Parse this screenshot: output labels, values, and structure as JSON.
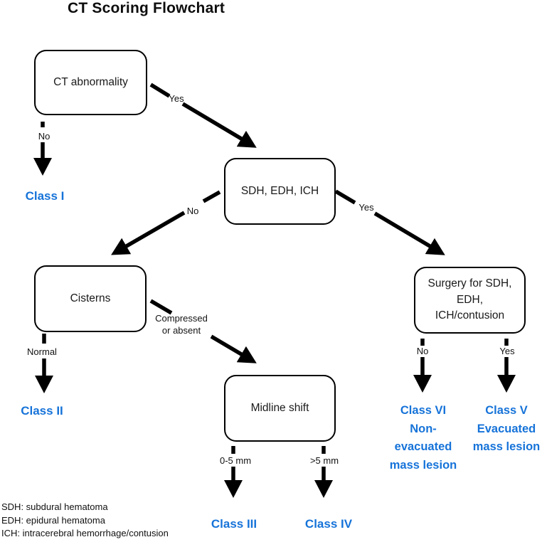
{
  "title": "CT Scoring Flowchart",
  "colors": {
    "class_label_blue": "#1673d9",
    "line_black": "#000000",
    "box_border": "#000000",
    "background": "#ffffff"
  },
  "nodes": {
    "ct_abnormality": {
      "label": "CT abnormality"
    },
    "sdh_edh_ich": {
      "label": "SDH, EDH, ICH"
    },
    "cisterns": {
      "label": "Cisterns"
    },
    "midline_shift": {
      "label": "Midline shift"
    },
    "surgery": {
      "lines": [
        "Surgery for SDH,",
        "EDH,",
        "ICH/contusion"
      ]
    }
  },
  "edges": {
    "ct_no": {
      "label": "No"
    },
    "ct_yes": {
      "label": "Yes"
    },
    "sdh_no": {
      "label": "No"
    },
    "sdh_yes": {
      "label": "Yes"
    },
    "cisterns_normal": {
      "label": "Normal"
    },
    "cisterns_compressed": {
      "lines": [
        "Compressed",
        "or absent"
      ]
    },
    "midline_0_5": {
      "label": "0-5 mm"
    },
    "midline_gt_5": {
      "label": ">5 mm"
    },
    "surgery_no": {
      "label": "No"
    },
    "surgery_yes": {
      "label": "Yes"
    }
  },
  "results": {
    "class_i": {
      "label": "Class I"
    },
    "class_ii": {
      "label": "Class II"
    },
    "class_iii": {
      "label": "Class III"
    },
    "class_iv": {
      "label": "Class IV"
    },
    "class_vi": {
      "lines": [
        "Class VI",
        "Non-",
        "evacuated",
        "mass lesion"
      ]
    },
    "class_v": {
      "lines": [
        "Class V",
        "Evacuated",
        "mass lesion"
      ]
    }
  },
  "legend": {
    "lines": [
      "SDH: subdural hematoma",
      "EDH: epidural hematoma",
      "ICH: intracerebral hemorrhage/contusion"
    ]
  }
}
